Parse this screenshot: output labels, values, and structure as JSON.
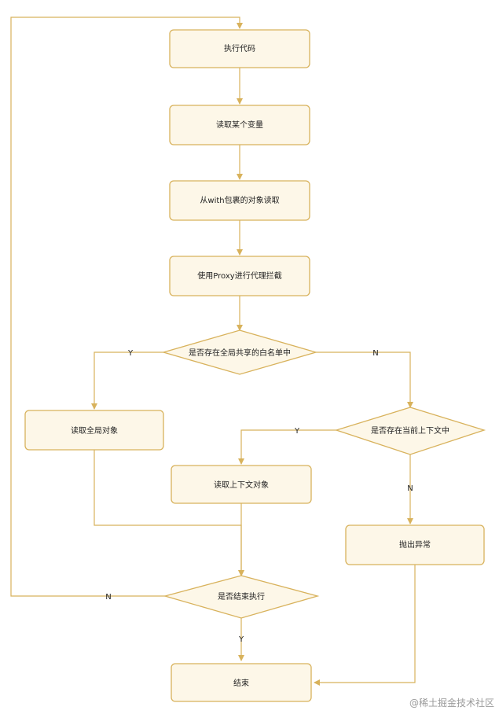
{
  "colors": {
    "stroke": "#d8b25c",
    "fill": "#fdf7e8",
    "text": "#222222",
    "watermark": "#9a9a9a"
  },
  "nodes": {
    "exec_code": "执行代码",
    "read_variable": "读取某个变量",
    "read_with_object": "从with包裹的对象读取",
    "proxy_intercept": "使用Proxy进行代理拦截",
    "in_global_whitelist": "是否存在全局共享的白名单中",
    "read_global_object": "读取全局对象",
    "in_current_context": "是否存在当前上下文中",
    "read_context_object": "读取上下文对象",
    "throw_exception": "抛出异常",
    "execution_finished": "是否结束执行",
    "end": "结束"
  },
  "edge_labels": {
    "whitelist_yes": "Y",
    "whitelist_no": "N",
    "context_yes": "Y",
    "context_no": "N",
    "finished_no": "N",
    "finished_yes": "Y"
  },
  "watermark": "@稀土掘金技术社区"
}
